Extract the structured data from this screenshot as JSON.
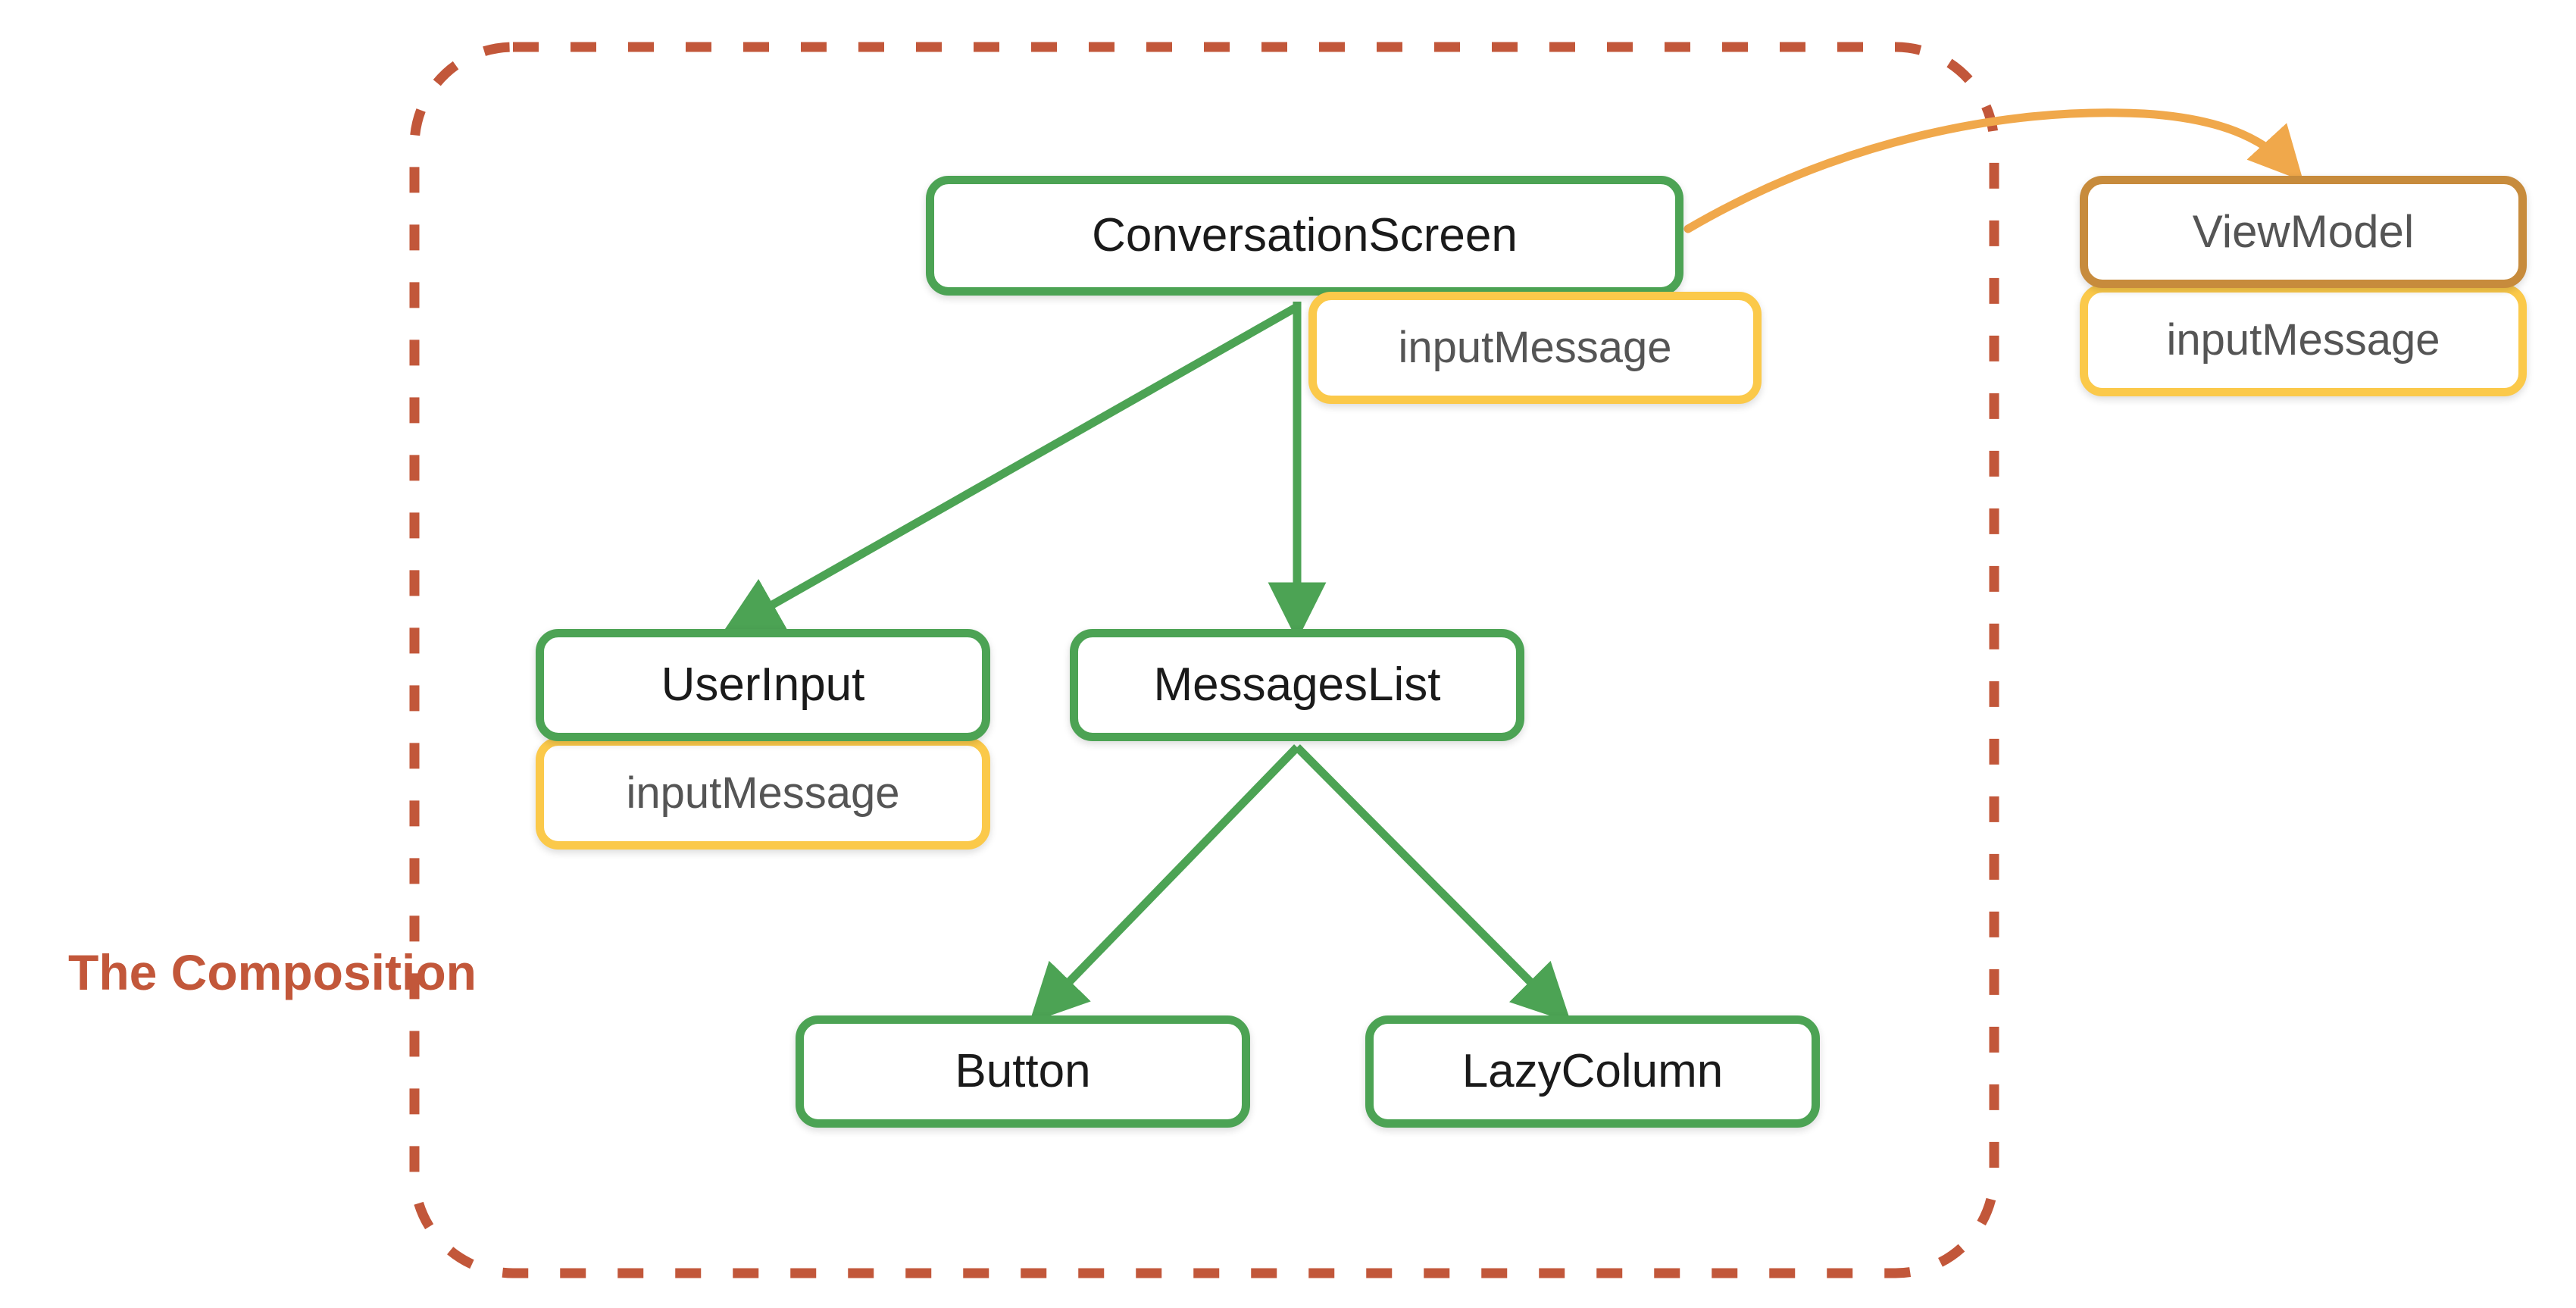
{
  "diagram": {
    "title_caption": "The Composition",
    "colors": {
      "composable_border": "#4CA354",
      "state_border": "#FBC94A",
      "viewmodel_border": "#C78B3C",
      "boundary_dashed": "#C2573A",
      "arrow_green": "#4CA354",
      "arrow_orange": "#F0A84B",
      "background": "#FFFFFF",
      "label_dark": "#1A1A1A",
      "label_gray": "#555555"
    },
    "boundary": {
      "label": "The Composition",
      "style": "dashed-rounded-rect"
    },
    "nodes": {
      "conversation_screen": "ConversationScreen",
      "conversation_screen_state": "inputMessage",
      "user_input": "UserInput",
      "user_input_state": "inputMessage",
      "messages_list": "MessagesList",
      "button": "Button",
      "lazy_column": "LazyColumn",
      "view_model": "ViewModel",
      "view_model_state": "inputMessage"
    },
    "edges": [
      {
        "from": "ConversationScreen",
        "to": "UserInput",
        "color": "#4CA354",
        "style": "solid-arrow"
      },
      {
        "from": "ConversationScreen",
        "to": "MessagesList",
        "color": "#4CA354",
        "style": "solid-arrow"
      },
      {
        "from": "MessagesList",
        "to": "Button",
        "color": "#4CA354",
        "style": "solid-arrow"
      },
      {
        "from": "MessagesList",
        "to": "LazyColumn",
        "color": "#4CA354",
        "style": "solid-arrow"
      },
      {
        "from": "ConversationScreen",
        "to": "ViewModel",
        "color": "#F0A84B",
        "style": "curved-arrow"
      }
    ]
  }
}
